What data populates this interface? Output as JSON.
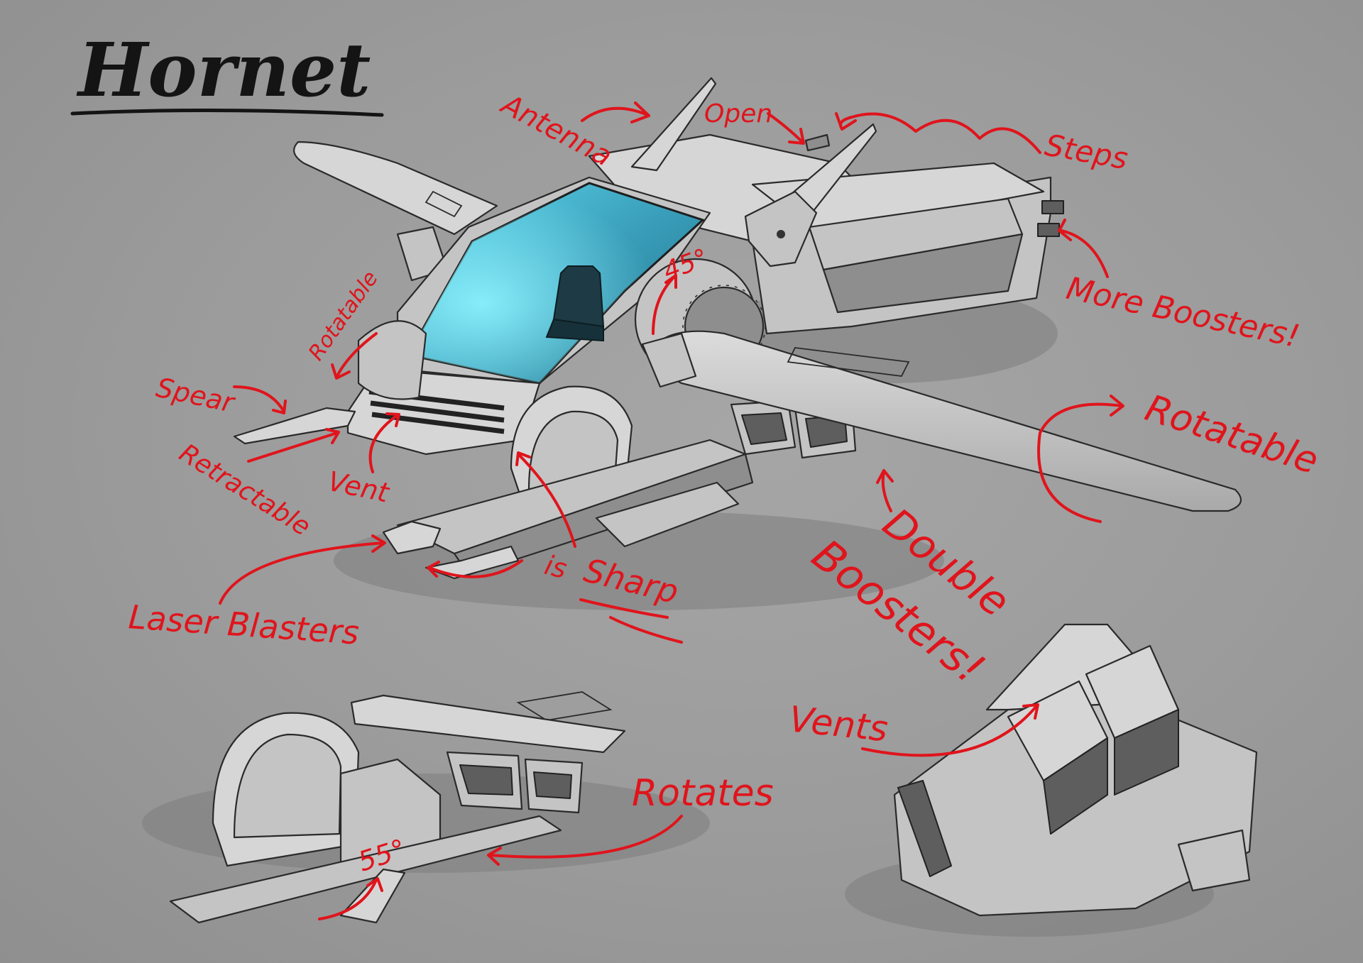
{
  "title": "Hornet",
  "colors": {
    "background": "#9b9b9b",
    "annotation": "#e0141c",
    "hull": "#c4c4c4",
    "cockpit_glass": "#3fa8c4"
  },
  "annotations": {
    "antenna": "Antenna",
    "open": "Open",
    "steps": "Steps",
    "more_boosters": "More Boosters!",
    "angle_45": "45°",
    "rotatable_left": "Rotatable",
    "spear": "Spear",
    "retractable": "Retractable",
    "vent": "Vent",
    "rotatable_right": "Rotatable",
    "is_sharp_prefix": "is",
    "is_sharp_word": "Sharp",
    "laser_blasters": "Laser Blasters",
    "double": "Double",
    "boosters": "Boosters!",
    "vents": "Vents",
    "rotates": "Rotates",
    "angle_55": "55°"
  }
}
